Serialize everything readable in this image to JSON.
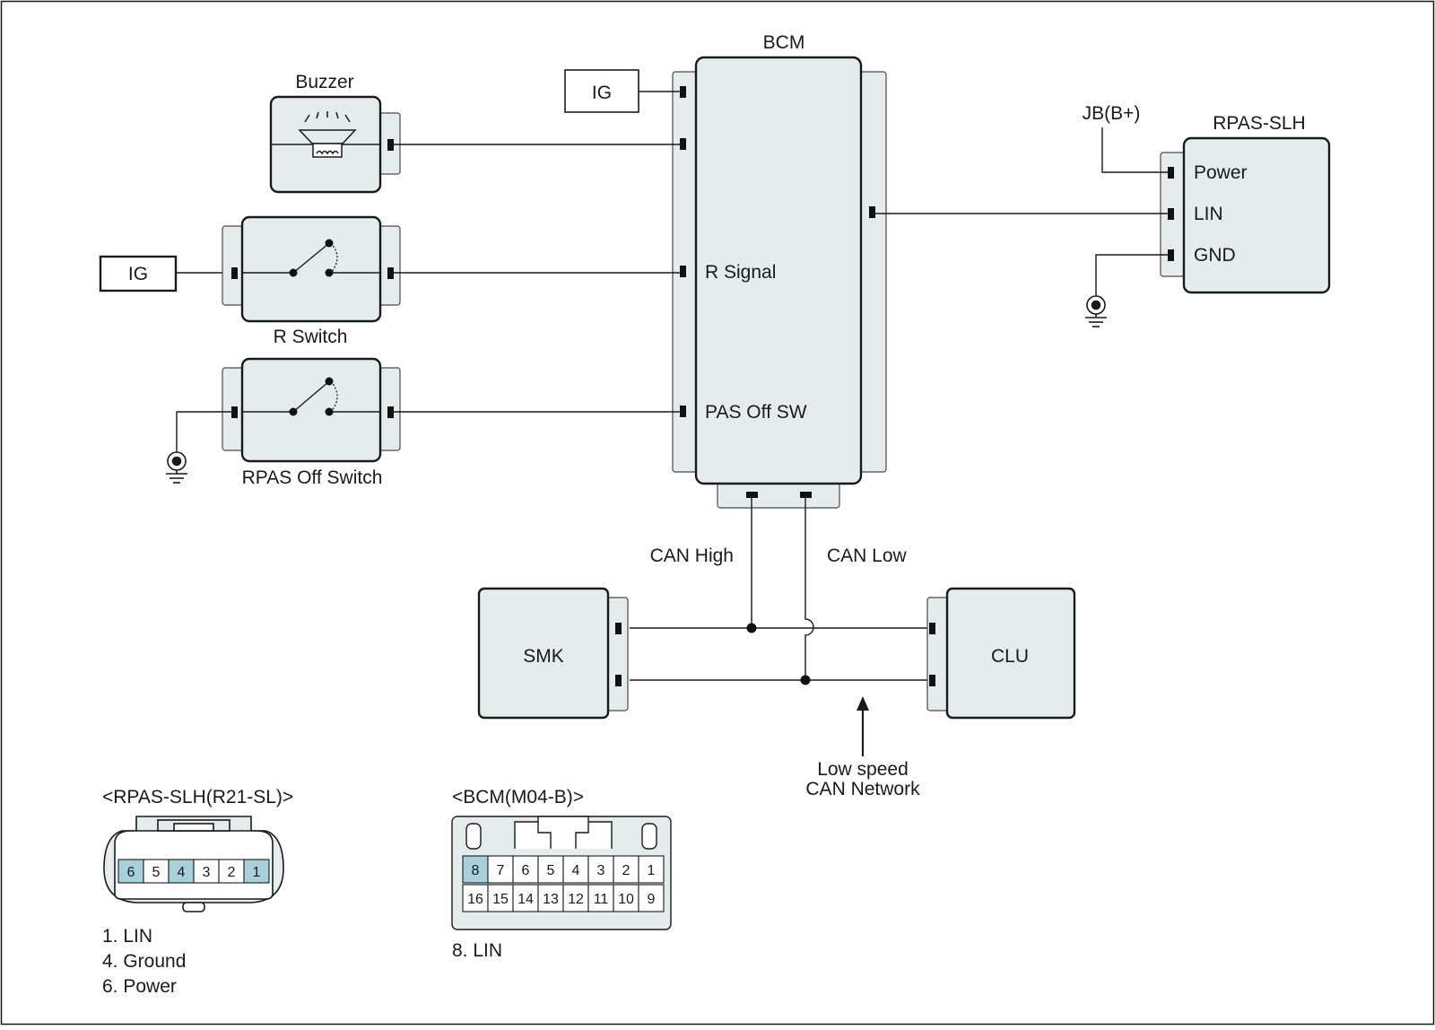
{
  "colors": {
    "module_fill": "#e4ecee",
    "pin_highlight": "#a8d0da",
    "line": "#1a1a1a"
  },
  "bcm": {
    "title": "BCM",
    "pins": {
      "r_signal": "R Signal",
      "pas_off_sw": "PAS Off SW"
    }
  },
  "ig_bcm": "IG",
  "ig_r_switch": "IG",
  "buzzer": {
    "title": "Buzzer"
  },
  "r_switch": {
    "title": "R Switch"
  },
  "rpas_off_switch": {
    "title": "RPAS Off Switch"
  },
  "rpas_slh": {
    "title": "RPAS-SLH",
    "supply": "JB(B+)",
    "pins": {
      "power": "Power",
      "lin": "LIN",
      "gnd": "GND"
    }
  },
  "can": {
    "high": "CAN High",
    "low": "CAN Low",
    "network_line1": "Low speed",
    "network_line2": "CAN Network"
  },
  "smk": {
    "title": "SMK"
  },
  "clu": {
    "title": "CLU"
  },
  "connector_rpas": {
    "title": "<RPAS-SLH(R21-SL)>",
    "pins": [
      "6",
      "5",
      "4",
      "3",
      "2",
      "1"
    ],
    "highlighted": [
      "6",
      "4",
      "1"
    ],
    "legend": [
      "1. LIN",
      "4. Ground",
      "6. Power"
    ]
  },
  "connector_bcm": {
    "title": "<BCM(M04-B)>",
    "row1": [
      "8",
      "7",
      "6",
      "5",
      "4",
      "3",
      "2",
      "1"
    ],
    "row2": [
      "16",
      "15",
      "14",
      "13",
      "12",
      "11",
      "10",
      "9"
    ],
    "highlighted": [
      "8"
    ],
    "legend": [
      "8. LIN"
    ]
  }
}
